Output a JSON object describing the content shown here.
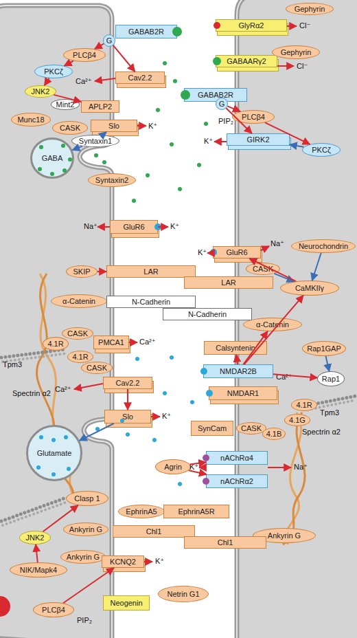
{
  "diagram": {
    "nodes": [
      {
        "text": [
          "GABAB2R"
        ]
      },
      {
        "text": [
          "G"
        ]
      },
      {
        "text": [
          "PLCβ4"
        ]
      },
      {
        "text": [
          "PKCζ"
        ]
      },
      {
        "text": [
          "Cav2.2"
        ]
      },
      {
        "text": [
          "JNK2"
        ]
      },
      {
        "text": [
          "Mint2"
        ]
      },
      {
        "text": [
          "APLP2"
        ]
      },
      {
        "text": [
          "Munc18"
        ]
      },
      {
        "text": [
          "CASK"
        ]
      },
      {
        "text": [
          "Slo"
        ]
      },
      {
        "text": [
          "Syntaxin1"
        ]
      },
      {
        "text": [
          "GABA"
        ]
      },
      {
        "text": [
          "Syntaxin2"
        ]
      },
      {
        "text": [
          "GluR6"
        ]
      },
      {
        "text": [
          "Gephyrin"
        ]
      },
      {
        "text": [
          "GlyRα2"
        ]
      },
      {
        "text": [
          "GABAARγ2"
        ]
      },
      {
        "text": [
          "Gephyrin"
        ]
      },
      {
        "text": [
          "GABAB2R"
        ]
      },
      {
        "text": [
          "G"
        ]
      },
      {
        "text": [
          "PLCβ4"
        ]
      },
      {
        "text": [
          "GIRK2"
        ]
      },
      {
        "text": [
          "PKCζ"
        ]
      },
      {
        "text": [
          "Neurochondrin"
        ]
      },
      {
        "text": [
          "GluR6"
        ]
      },
      {
        "text": [
          "CASK"
        ]
      },
      {
        "text": [
          "CaMKIIγ"
        ]
      },
      {
        "text": [
          "SKIP"
        ]
      },
      {
        "text": [
          "LAR"
        ]
      },
      {
        "text": [
          "LAR"
        ]
      },
      {
        "text": [
          "α-Catenin"
        ]
      },
      {
        "text": [
          "N-Cadherin"
        ]
      },
      {
        "text": [
          "N-Cadherin"
        ]
      },
      {
        "text": [
          "α-Catenin"
        ]
      },
      {
        "text": [
          "Calsyntenin"
        ]
      },
      {
        "text": [
          "Rap1GAP"
        ]
      },
      {
        "text": [
          "CASK"
        ]
      },
      {
        "text": [
          "4.1R"
        ]
      },
      {
        "text": [
          "PMCA1"
        ]
      },
      {
        "text": [
          "4.1R"
        ]
      },
      {
        "text": [
          "CASK"
        ]
      },
      {
        "text": [
          "NMDAR2B"
        ]
      },
      {
        "text": [
          "Rap1"
        ]
      },
      {
        "text": [
          "Cav2.2"
        ]
      },
      {
        "text": [
          "NMDAR1"
        ]
      },
      {
        "text": [
          "4.1R"
        ]
      },
      {
        "text": [
          "Slo"
        ]
      },
      {
        "text": [
          "SynCam"
        ]
      },
      {
        "text": [
          "CASK"
        ]
      },
      {
        "text": [
          "4.1B"
        ]
      },
      {
        "text": [
          "4.1G"
        ]
      },
      {
        "text": [
          "Glutamate"
        ]
      },
      {
        "text": [
          "Agrin"
        ]
      },
      {
        "text": [
          "nAChRα4"
        ]
      },
      {
        "text": [
          "nAChRα2"
        ]
      },
      {
        "text": [
          "Clasp 1"
        ]
      },
      {
        "text": [
          "EphrinA5"
        ]
      },
      {
        "text": [
          "EphrinA5R"
        ]
      },
      {
        "text": [
          "Ankyrin G"
        ]
      },
      {
        "text": [
          "Chl1"
        ]
      },
      {
        "text": [
          "Ankyrin G"
        ]
      },
      {
        "text": [
          "JNK2"
        ]
      },
      {
        "text": [
          "Chl1"
        ]
      },
      {
        "text": [
          "Ankyrin G"
        ]
      },
      {
        "text": [
          "KCNQ2"
        ]
      },
      {
        "text": [
          "NIK/Mapk4"
        ]
      },
      {
        "text": [
          "Netrin G1"
        ]
      },
      {
        "text": [
          "Neogenin"
        ]
      },
      {
        "text": [
          "PLCβ4"
        ]
      }
    ],
    "edges": [
      {
        "from": 1,
        "to": 2,
        "arrow": "to"
      },
      {
        "from": 2,
        "to": 3,
        "arrow": "to"
      },
      {
        "from": 3,
        "to": 5,
        "arrow": "to"
      },
      {
        "from": 1,
        "to": 4,
        "arrow": "to"
      },
      {
        "from": 5,
        "to": 7,
        "arrow": "to"
      },
      {
        "from": 11,
        "to": 10,
        "arrow": "to"
      },
      {
        "from": 11,
        "to": 12,
        "arrow": "to"
      },
      {
        "from": 20,
        "to": 21,
        "arrow": "to"
      },
      {
        "from": 20,
        "to": 22,
        "arrow": "to"
      },
      {
        "from": 21,
        "to": 23,
        "arrow": "to"
      },
      {
        "from": 23,
        "to": 22,
        "arrow": "to"
      },
      {
        "from": 24,
        "to": 27,
        "arrow": "to"
      },
      {
        "from": 26,
        "to": 27,
        "arrow": "to"
      },
      {
        "from": 27,
        "to": 25,
        "arrow": "to"
      },
      {
        "from": 28,
        "to": 29,
        "arrow": "to"
      },
      {
        "from": 42,
        "to": 35,
        "arrow": "to"
      },
      {
        "from": 42,
        "to": 34,
        "arrow": "to"
      },
      {
        "from": 42,
        "to": 27,
        "arrow": "to"
      },
      {
        "from": 42,
        "to": 43,
        "arrow": "to"
      },
      {
        "from": 36,
        "to": 43,
        "arrow": "to"
      },
      {
        "from": 44,
        "to": 47,
        "arrow": "to"
      },
      {
        "from": 47,
        "to": 52,
        "arrow": "to"
      },
      {
        "from": 53,
        "to": 54,
        "arrow": "to"
      },
      {
        "from": 53,
        "to": 55,
        "arrow": "to"
      },
      {
        "from": 66,
        "to": 62,
        "arrow": "to"
      },
      {
        "from": 62,
        "to": 56,
        "arrow": "to"
      },
      {
        "from": 69,
        "to": 65,
        "arrow": "to"
      }
    ],
    "labels": [
      "Ca²⁺",
      "K⁺",
      "Cl⁻",
      "Cl⁻",
      "PIP₂",
      "K⁺",
      "Na⁺",
      "K⁺",
      "K⁺",
      "Na⁺",
      "Ca²⁺",
      "Tpm3",
      "Spectrin α2",
      "Ca²⁺",
      "Tpm3",
      "Ca²⁺",
      "K⁺",
      "Spectrin α2",
      "K⁺",
      "Na⁺",
      "K⁺",
      "PIP₂"
    ]
  }
}
